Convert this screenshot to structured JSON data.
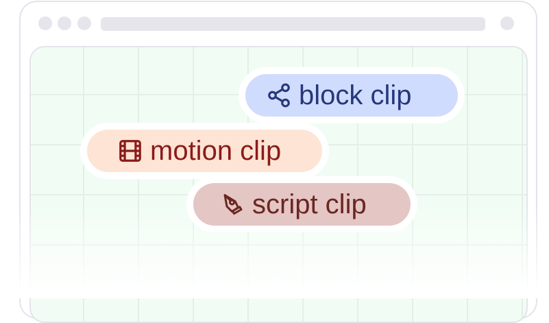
{
  "pills": [
    {
      "label": "block clip",
      "icon": "share-icon",
      "bg": "#d0dcfd",
      "color": "#26387a"
    },
    {
      "label": "motion clip",
      "icon": "film-icon",
      "bg": "#fde4d4",
      "color": "#8b1a1a"
    },
    {
      "label": "script clip",
      "icon": "pen-tool-icon",
      "bg": "#e4c6c4",
      "color": "#6b2622"
    }
  ]
}
